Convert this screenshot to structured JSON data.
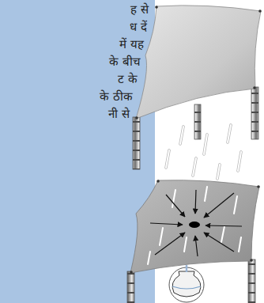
{
  "diagram": {
    "labels": [
      "ह से",
      "ध दें",
      "में यह",
      "के बीच",
      "ट के",
      "के ठीक",
      "नी से"
    ]
  }
}
